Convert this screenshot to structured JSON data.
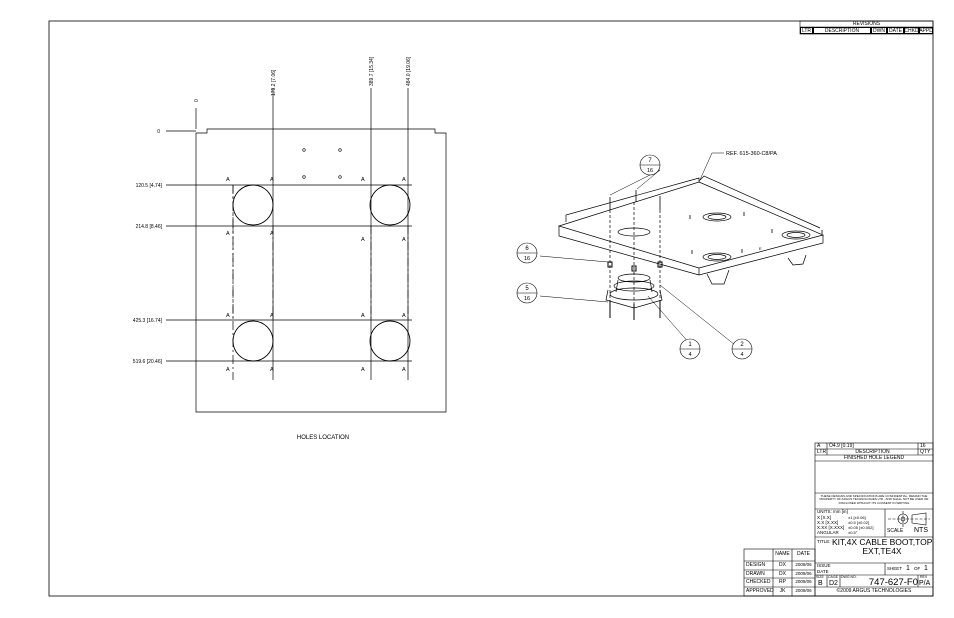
{
  "revisions": {
    "title": "REVISIONS",
    "headers": [
      "LTR",
      "DESCRIPTION",
      "DWN",
      "DATE",
      "CHKD",
      "APPD"
    ]
  },
  "plan": {
    "x_dims": [
      "0",
      "179.2 [7.06]",
      "389.7 [15.34]",
      "484.0 [19.06]"
    ],
    "y_dims": [
      "0",
      "120.5 [4.74]",
      "214.8 [8.46]",
      "425.3 [16.74]",
      "519.6 [20.46]"
    ],
    "hole_letter": "A",
    "caption": "HOLES LOCATION"
  },
  "iso": {
    "ref_note": "REF. 615-360-C8/PA",
    "balloons": [
      {
        "item": "7",
        "qty": "16"
      },
      {
        "item": "6",
        "qty": "16"
      },
      {
        "item": "5",
        "qty": "16"
      },
      {
        "item": "1",
        "qty": "4"
      },
      {
        "item": "2",
        "qty": "4"
      }
    ],
    "small_letter": "E"
  },
  "hole_legend": {
    "row": {
      "ltr": "A",
      "desc": "Ò4.9 [0.19]",
      "qty": "16"
    },
    "headers": [
      "LTR",
      "DESCRIPTION",
      "QTY"
    ],
    "title": "FINISHED HOLE LEGEND"
  },
  "confidential": "THESE DESIGNS AND SPECIFICATIONS ARE CONFIDENTIAL, REMAIN THE PROPERTY OF ARGUS TECHNOLOGIES LTD., AND SHALL NOT BE USED OR DISCLOSED WITHOUT ITS CONSENT IN WRITING",
  "units": {
    "title": "UNITS: mm [in]",
    "rows": [
      {
        "fmt": "X [X.X]",
        "tol": "±1 [±0.06]"
      },
      {
        "fmt": "X.X [X.XX]",
        "tol": "±0.5 [±0.02]"
      },
      {
        "fmt": "X.XX [X.XXX]",
        "tol": "±0.05 [±0.002]"
      },
      {
        "fmt": "ANGULAR",
        "tol": "±0.5°"
      }
    ],
    "scale_label": "SCALE",
    "scale_value": "NTS"
  },
  "approvals": {
    "headers": [
      "",
      "NAME",
      "DATE"
    ],
    "rows": [
      {
        "role": "DESIGN",
        "name": "DX",
        "date": "2009/06"
      },
      {
        "role": "DRAWN",
        "name": "DX",
        "date": "2009/06"
      },
      {
        "role": "CHECKED",
        "name": "RP",
        "date": "2009/06"
      },
      {
        "role": "APPROVED",
        "name": "JK",
        "date": "2009/06"
      }
    ]
  },
  "title_block": {
    "title_label": "TITLE:",
    "title_line1": "KIT,4X CABLE BOOT,TOP",
    "title_line2": "EXT,TE4X",
    "issue_label": "ISSUE",
    "date_label": "DATE",
    "sheet_label": "SHEET",
    "sheet_num": "1",
    "sheet_of": "OF",
    "sheet_total": "1",
    "size_label": "SIZE",
    "cage_label": "CAGE",
    "dwg_label": "DWG NO.",
    "rev_label": "REV",
    "size": "B",
    "cage": "D2",
    "dwg_no": "747-627-F0",
    "rev": "P/A",
    "copyright": "©2009 ARGUS TECHNOLOGIES"
  }
}
